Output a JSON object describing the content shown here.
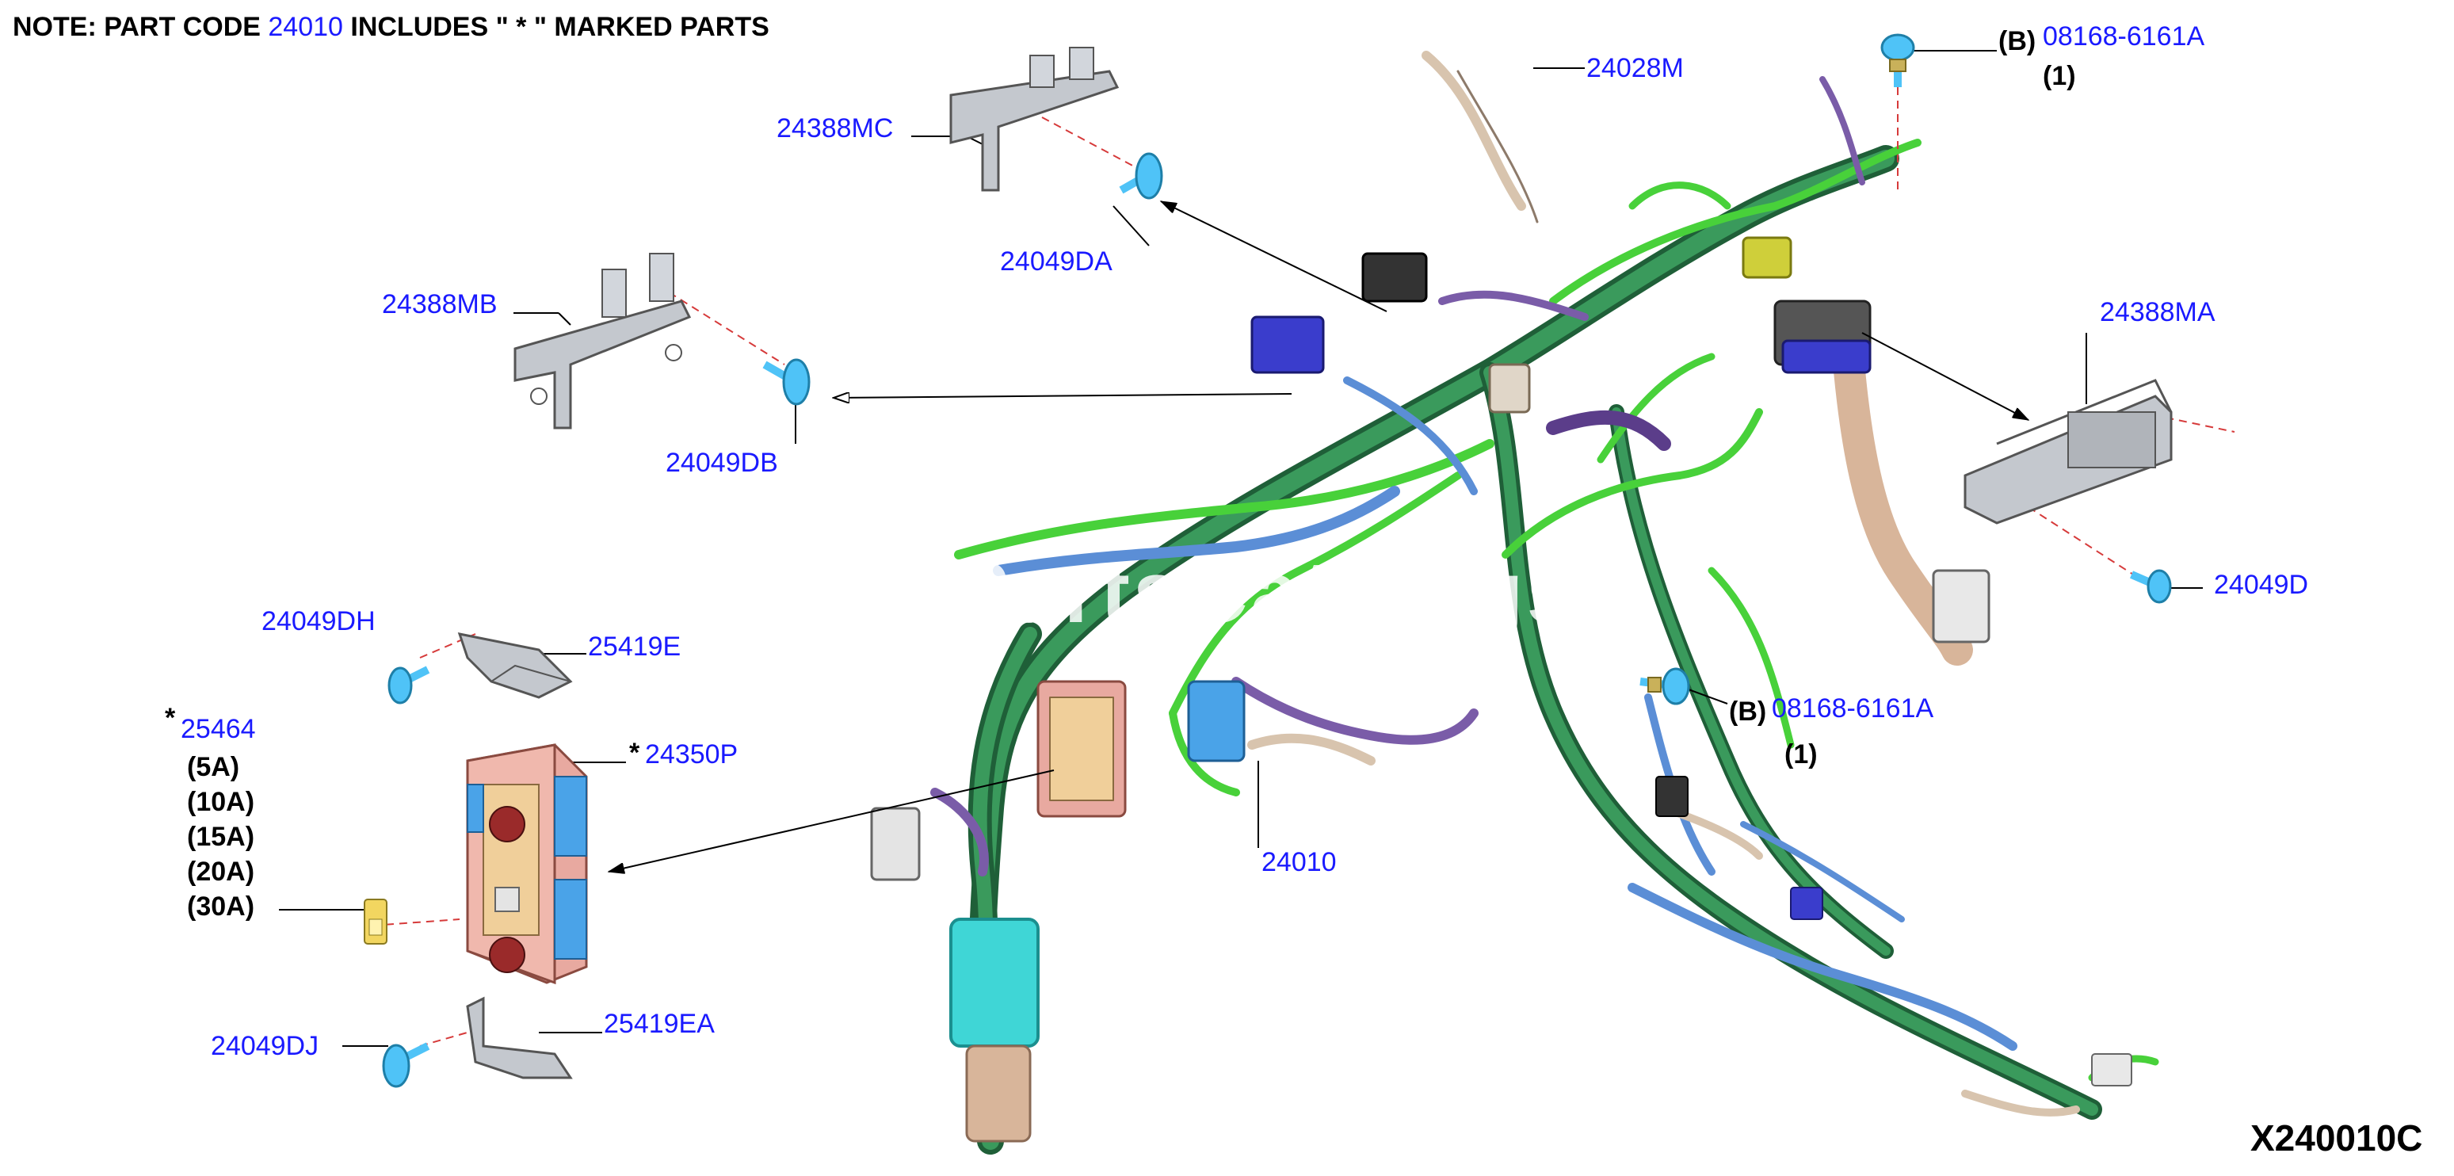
{
  "note": {
    "prefix": "NOTE: PART CODE ",
    "code": "24010",
    "suffix": " INCLUDES \" * \" MARKED PARTS"
  },
  "diagram_id": "X240010C",
  "watermark": "PartsCatalogs",
  "parts": {
    "p24028M": "24028M",
    "p08168_top": "08168-6161A",
    "p08168_mid": "08168-6161A",
    "b_top": "(B)",
    "b_mid": "(B)",
    "qty_top": "(1)",
    "qty_mid": "(1)",
    "p24388MC": "24388MC",
    "p24049DA": "24049DA",
    "p24388MB": "24388MB",
    "p24049DB": "24049DB",
    "p24388MA": "24388MA",
    "p24049_right": "24049D",
    "p24049_left": "24049DH",
    "p25419E": "25419E",
    "p25464": "25464",
    "p24350P": "24350P",
    "star_25464": "*",
    "star_24350P": "*",
    "fuse_ratings": [
      "(5A)",
      "(10A)",
      "(15A)",
      "(20A)",
      "(30A)"
    ],
    "p24010": "24010",
    "p24049DJ": "24049DJ",
    "p25419EA": "25419EA"
  },
  "colors": {
    "label_blue": "#1a1aff",
    "harness_dark_green": "#2e7d4a",
    "harness_light_green": "#4cd13a",
    "harness_blue": "#5b8ed6",
    "harness_purple": "#7a5ca8",
    "harness_cyan": "#3fd6d6",
    "bracket_gray": "#b8bcc2",
    "fuse_box_pink": "#e8a9a0",
    "fuse_box_blue": "#4aa3e8",
    "bolt_cyan": "#4fc3f7",
    "leader_red": "#d63a3a"
  }
}
